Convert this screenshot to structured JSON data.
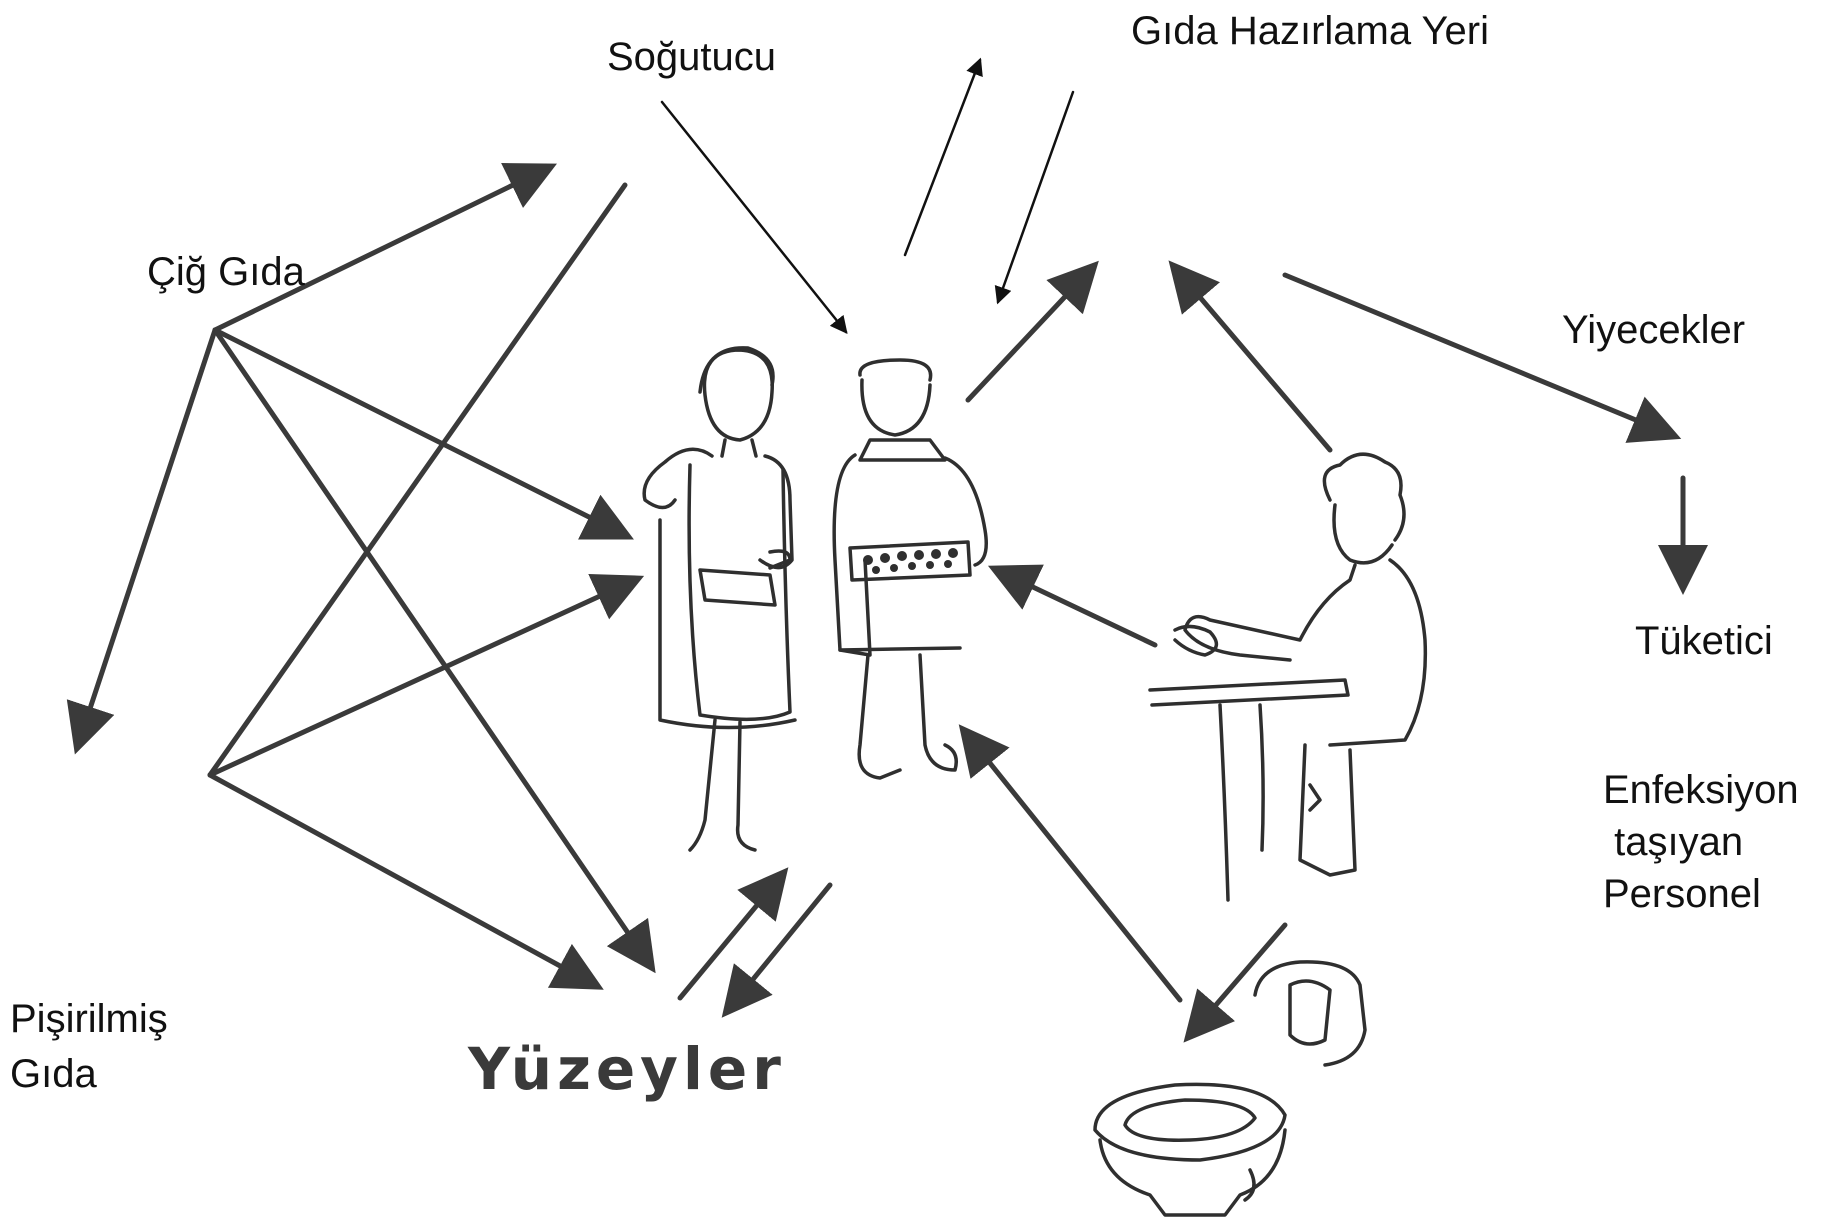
{
  "labels": {
    "sogutucu": "Soğutucu",
    "gida_hazirlama_yeri": "Gıda Hazırlama Yeri",
    "cig_gida": "Çiğ Gıda",
    "yiyecekler": "Yiyecekler",
    "tuketici": "Tüketici",
    "enfeksiyon_line1": "Enfeksiyon",
    "enfeksiyon_line2": " taşıyan",
    "enfeksiyon_line3": "Personel",
    "pisirilmis_line1": "Pişirilmiş",
    "pisirilmis_line2": "Gıda",
    "yuzeyler": "Yüzeyler"
  },
  "colors": {
    "arrow": "#3a3a3a",
    "thin_arrow": "#111111",
    "sketch": "#2f2f2f",
    "background": "#ffffff"
  }
}
